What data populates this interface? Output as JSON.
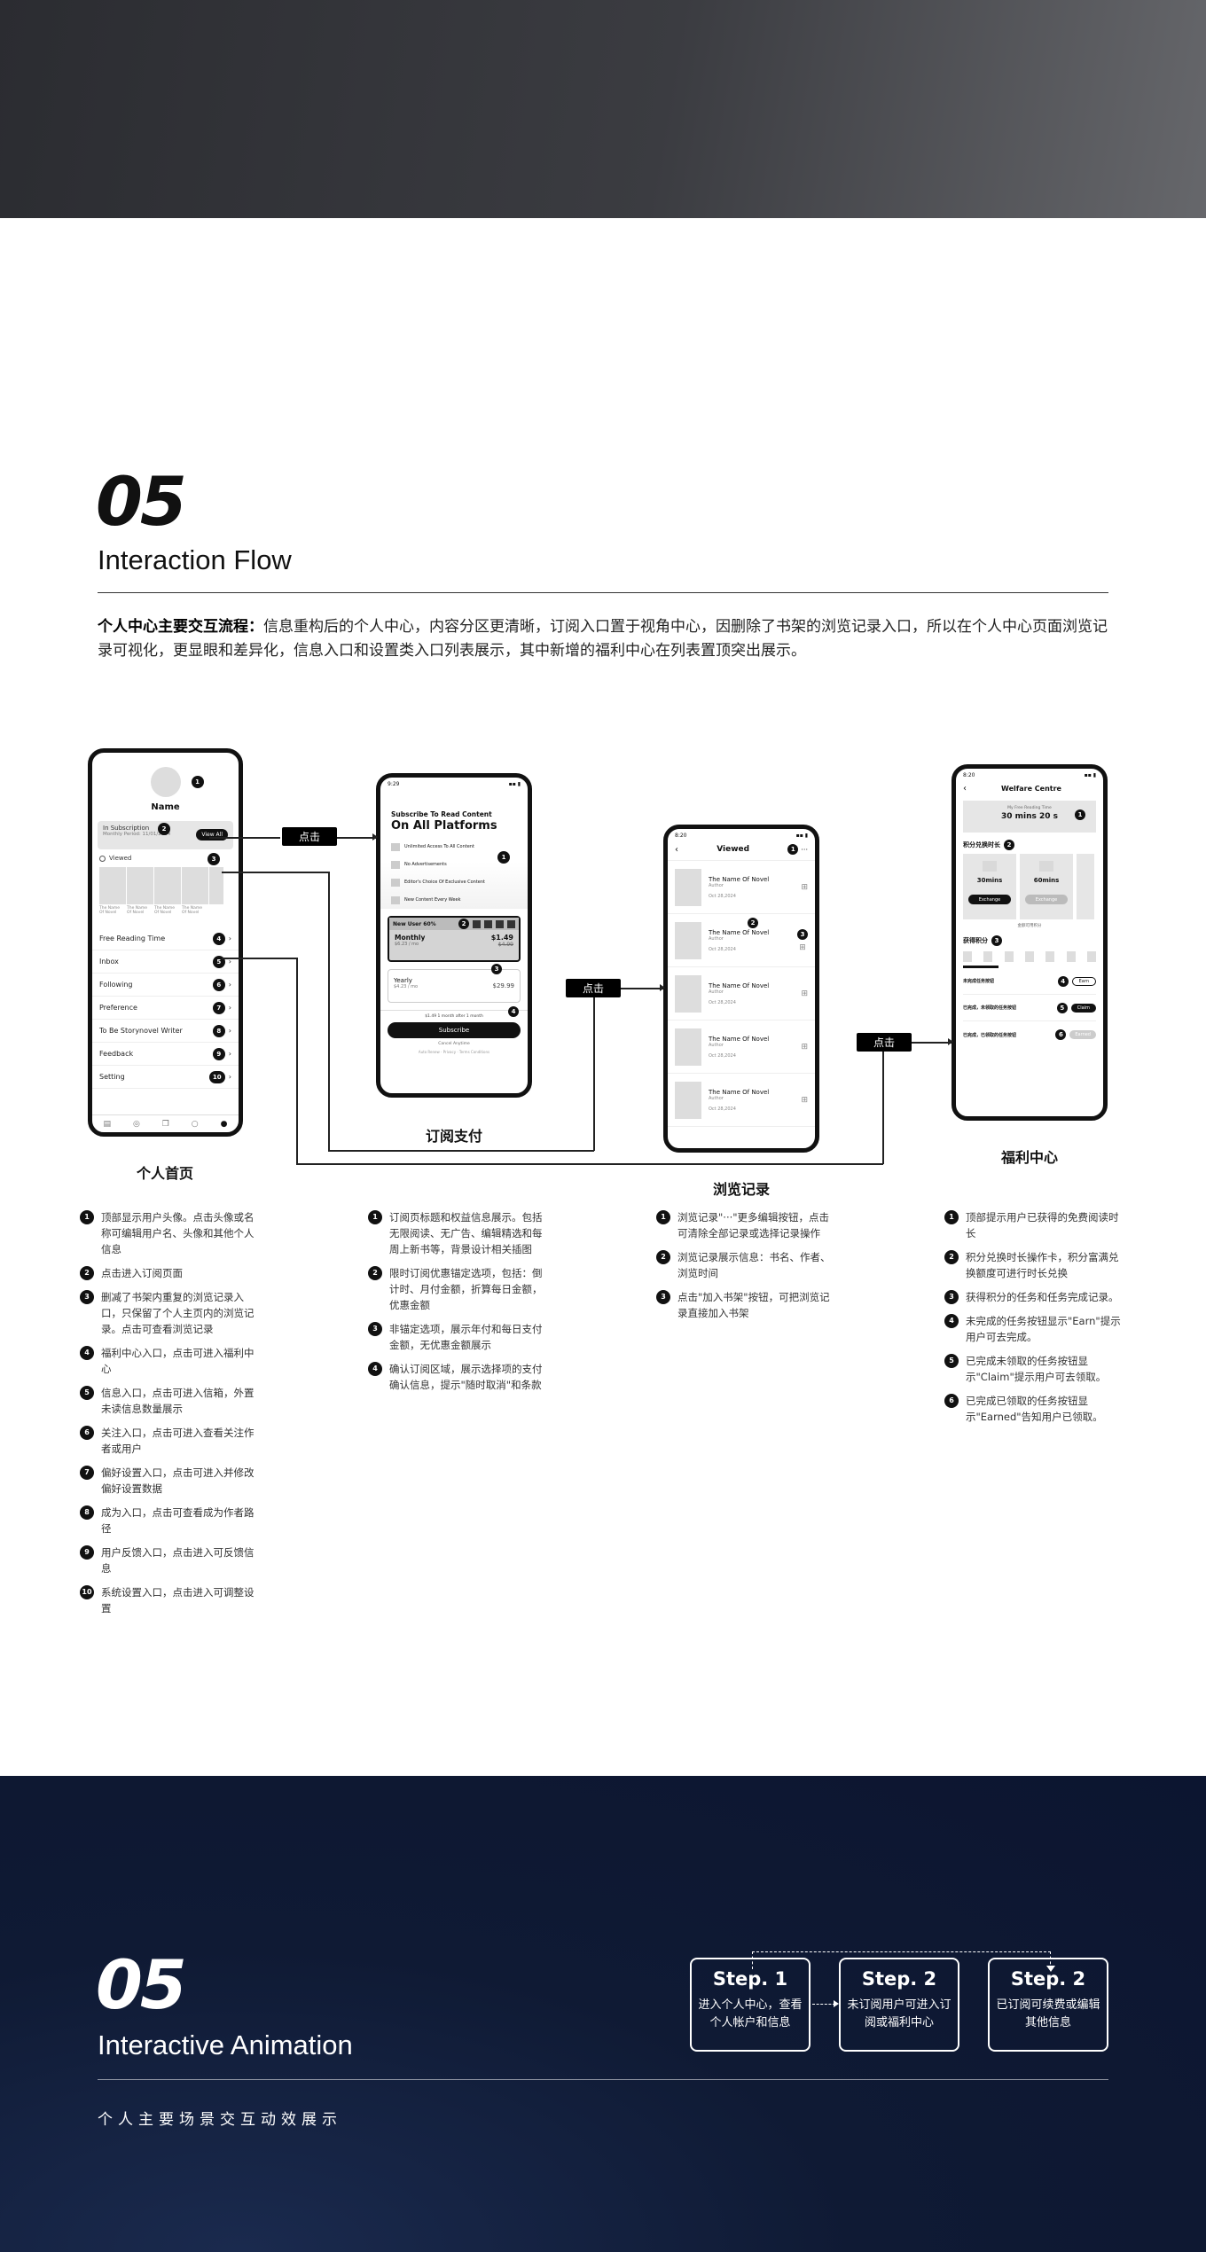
{
  "section1": {
    "number": "05",
    "title": "Interaction Flow",
    "intro_bold": "个人中心主要交互流程：",
    "intro_text": "信息重构后的个人中心，内容分区更清晰，订阅入口置于视角中心，因删除了书架的浏览记录入口，所以在个人中心页面浏览记录可视化，更显眼和差异化，信息入口和设置类入口列表展示，其中新增的福利中心在列表置顶突出展示。"
  },
  "flow_tags": {
    "click": "点击"
  },
  "screens": {
    "personal": {
      "caption": "个人首页",
      "name": "Name",
      "subscription_label": "In Subscription",
      "subscription_sub": "Monthly Period: 11/01/2024",
      "view_all": "View All",
      "viewed_label": "Viewed",
      "book_caption": "The Name Of Novel",
      "menu": [
        "Free Reading Time",
        "Inbox",
        "Following",
        "Preference",
        "To Be Storynovel Writer",
        "Feedback",
        "Setting"
      ],
      "badges": [
        "1",
        "2",
        "3",
        "4",
        "5",
        "6",
        "7",
        "8",
        "9",
        "10"
      ]
    },
    "subscribe": {
      "caption": "订阅支付",
      "time": "9:29",
      "heading_small": "Subscribe To Read Content",
      "heading_big": "On All Platforms",
      "benefits": [
        "Unlimited Access To All Content",
        "No Advertisements",
        "Editor's Choice Of Exclusive Content",
        "New Content Every Week"
      ],
      "new_user": "New User 60%",
      "monthly": "Monthly",
      "monthly_sub": "$6.23 / mo",
      "monthly_price": "$1.49",
      "monthly_old": "$4.99",
      "yearly": "Yearly",
      "yearly_sub": "$4.23 / mo",
      "yearly_price": "$29.99",
      "renew_note": "$1.49 1 month after 1 month",
      "subscribe_btn": "Subscribe",
      "cancel": "Cancel Anytime",
      "footer": "Auto Renew · Privacy · Terms Conditions"
    },
    "viewed": {
      "caption": "浏览记录",
      "time": "8:20",
      "title": "Viewed",
      "novel": "The Name Of Novel",
      "author": "Author",
      "date": "Oct 28,2024"
    },
    "welfare": {
      "caption": "福利中心",
      "time": "8:20",
      "title": "Welfare Centre",
      "free_label": "My Free Reading Time",
      "free_value": "30 mins 20 s",
      "exchange_title": "积分兑换时长",
      "card1": "30mins",
      "card2": "60mins",
      "exchange": "Exchange",
      "my_points": "金额可用积分",
      "earn_title": "获得积分",
      "task1": "未完成任务按钮",
      "task2": "已完成，未领取的任务按钮",
      "task3": "已完成，已领取的任务按钮",
      "earn": "Earn",
      "claim": "Claim",
      "earned": "Earned"
    }
  },
  "notes": {
    "personal": [
      "顶部显示用户头像。点击头像或名称可编辑用户名、头像和其他个人信息",
      "点击进入订阅页面",
      "删减了书架内重复的浏览记录入口，只保留了个人主页内的浏览记录。点击可查看浏览记录",
      "福利中心入口，点击可进入福利中心",
      "信息入口，点击可进入信箱，外置未读信息数量展示",
      "关注入口，点击可进入查看关注作者或用户",
      "偏好设置入口，点击可进入并修改偏好设置数据",
      "成为入口，点击可查看成为作者路径",
      "用户反馈入口，点击进入可反馈信息",
      "系统设置入口，点击进入可调整设置"
    ],
    "subscribe": [
      "订阅页标题和权益信息展示。包括无限阅读、无广告、编辑精选和每周上新书等，背景设计相关插图",
      "限时订阅优惠锚定选项，包括：倒计时、月付金额，折算每日金额，优惠金额",
      "非锚定选项，展示年付和每日支付金额，无优惠金额展示",
      "确认订阅区域，展示选择项的支付确认信息，提示\"随时取消\"和条款"
    ],
    "viewed": [
      "浏览记录\"···\"更多编辑按钮，点击可清除全部记录或选择记录操作",
      "浏览记录展示信息：书名、作者、浏览时间",
      "点击\"加入书架\"按钮，可把浏览记录直接加入书架"
    ],
    "welfare": [
      "顶部提示用户已获得的免费阅读时长",
      "积分兑换时长操作卡，积分富满兑换额度可进行时长兑换",
      "获得积分的任务和任务完成记录。",
      "未完成的任务按钮显示\"Earn\"提示用户可去完成。",
      "已完成未领取的任务按钮显示\"Claim\"提示用户可去领取。",
      "已完成已领取的任务按钮显示\"Earned\"告知用户已领取。"
    ]
  },
  "section2": {
    "number": "05",
    "title": "Interactive Animation",
    "subtitle": "个人主要场景交互动效展示",
    "steps": [
      {
        "title": "Step. 1",
        "desc": "进入个人中心，查看个人帐户和信息"
      },
      {
        "title": "Step. 2",
        "desc": "未订阅用户可进入订阅或福利中心"
      },
      {
        "title": "Step. 2",
        "desc": "已订阅可续费或编辑其他信息"
      }
    ]
  }
}
